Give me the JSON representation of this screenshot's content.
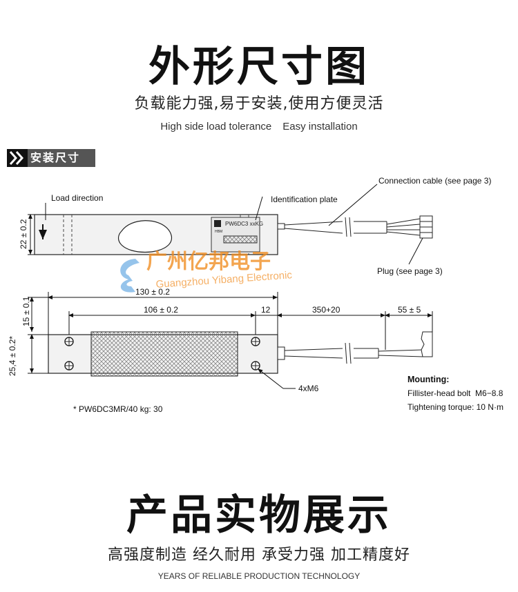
{
  "section1": {
    "title": "外形尺寸图",
    "subtitle_cn": "负载能力强,易于安装,使用方便灵活",
    "subtitle_en_1": "High side load tolerance",
    "subtitle_en_2": "Easy installation"
  },
  "tag": {
    "label": "安装尺寸"
  },
  "drawing": {
    "load_direction": "Load direction",
    "identification_plate": "Identification plate",
    "connection_cable": "Connection cable (see page 3)",
    "plug": "Plug (see page 3)",
    "plate_text": "PW6DC3 xxKG",
    "plate_brand": "HBM",
    "dim_height": "22 ± 0.2",
    "dim_length": "130 ± 0.2",
    "dim_holes": "106 ± 0.2",
    "dim_end": "12",
    "dim_cable": "350+20",
    "dim_plug": "55 ± 5",
    "dim_top": "15 ± 0.1",
    "dim_width": "25,4 ± 0.2*",
    "holes": "4xM6",
    "footnote": "* PW6DC3MR/40 kg: 30",
    "mounting_title": "Mounting:",
    "mounting_bolt": "Fillister-head bolt  M6−8.8",
    "mounting_torque": "Tightening torque: 10 N·m"
  },
  "watermark": {
    "cn": "广州亿邦电子",
    "en": "Guangzhou Yibang Electronic"
  },
  "section2": {
    "title": "产品实物展示",
    "subtitle_cn": "高强度制造 经久耐用 承受力强 加工精度好",
    "subtitle_en": "YEARS OF RELIABLE PRODUCTION TECHNOLOGY"
  },
  "colors": {
    "tag_bg": "#555555",
    "tag_chevron": "#111111",
    "watermark_orange": "#f08a1c",
    "watermark_blue": "#2a86d6",
    "body_fill": "#f2f2f2"
  }
}
